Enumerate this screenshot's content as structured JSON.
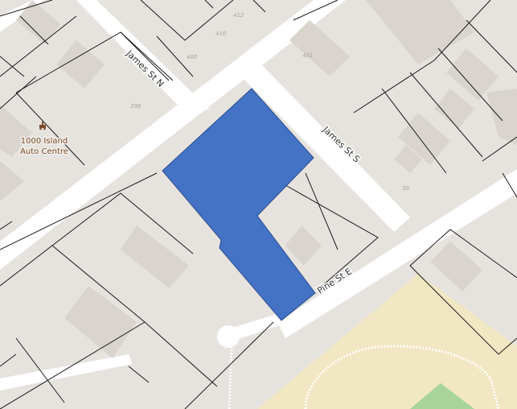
{
  "map": {
    "colors": {
      "land": "#e6e3de",
      "road": "#ffffff",
      "building": "#d9d4cd",
      "parcel_line": "#1a1a1a",
      "highlight": "#4472c4",
      "park": "#f1e7c2",
      "pitch": "#a8d49a",
      "path": "#ffffff"
    },
    "streets": {
      "james_n": "James St N",
      "james_s": "James St S",
      "pine_e": "Pine St E"
    },
    "poi": {
      "icon": "car-repair-icon",
      "name_line1": "1000 Island",
      "name_line2": "Auto Centre"
    },
    "house_numbers": {
      "n412": "412",
      "n410": "410",
      "n401": "401",
      "n400": "400",
      "n398": "398",
      "n30": "30"
    }
  }
}
